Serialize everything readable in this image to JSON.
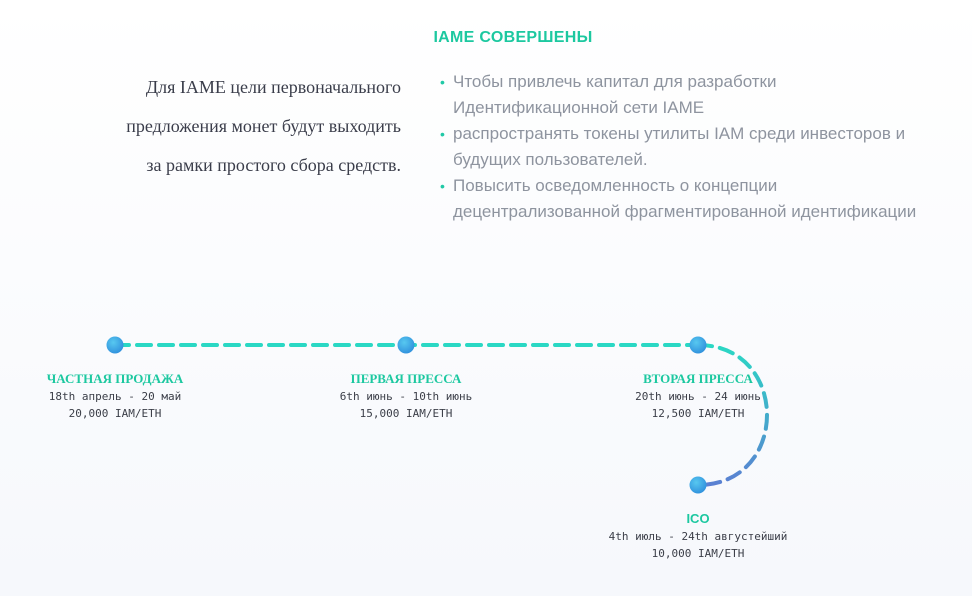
{
  "heading": "IAME СОВЕРШЕНЫ",
  "intro": [
    "Для IAME цели первоначального",
    "предложения монет будут выходить",
    "за рамки простого сбора средств."
  ],
  "goals": [
    {
      "lines": [
        "Чтобы привлечь капитал для разработки",
        "Идентификационной сети IAME"
      ]
    },
    {
      "lines": [
        "распространять токены утилиты IAM среди инвесторов и",
        "будущих пользователей."
      ]
    },
    {
      "lines": [
        "Повысить осведомленность о концепции",
        "децентрализованной фрагментированной идентификации"
      ]
    }
  ],
  "colors": {
    "accent": "#1cc8a0",
    "path_teal": "#2ad8c4",
    "path_blue": "#5b80d2",
    "node": "#3ea6e6"
  },
  "timeline": [
    {
      "title": "ЧАСТНАЯ ПРОДАЖА",
      "dates": "18th апрель - 20 май",
      "rate": "20,000 IAM/ETH"
    },
    {
      "title": "ПЕРВАЯ ПРЕССА",
      "dates": "6th июнь - 10th июнь",
      "rate": "15,000 IAM/ETH"
    },
    {
      "title": "ВТОРАЯ ПРЕССА",
      "dates": "20th июнь - 24 июнь",
      "rate": "12,500 IAM/ETH"
    },
    {
      "title": "ICO",
      "dates": "4th июль - 24th августейший",
      "rate": "10,000 IAM/ETH"
    }
  ]
}
